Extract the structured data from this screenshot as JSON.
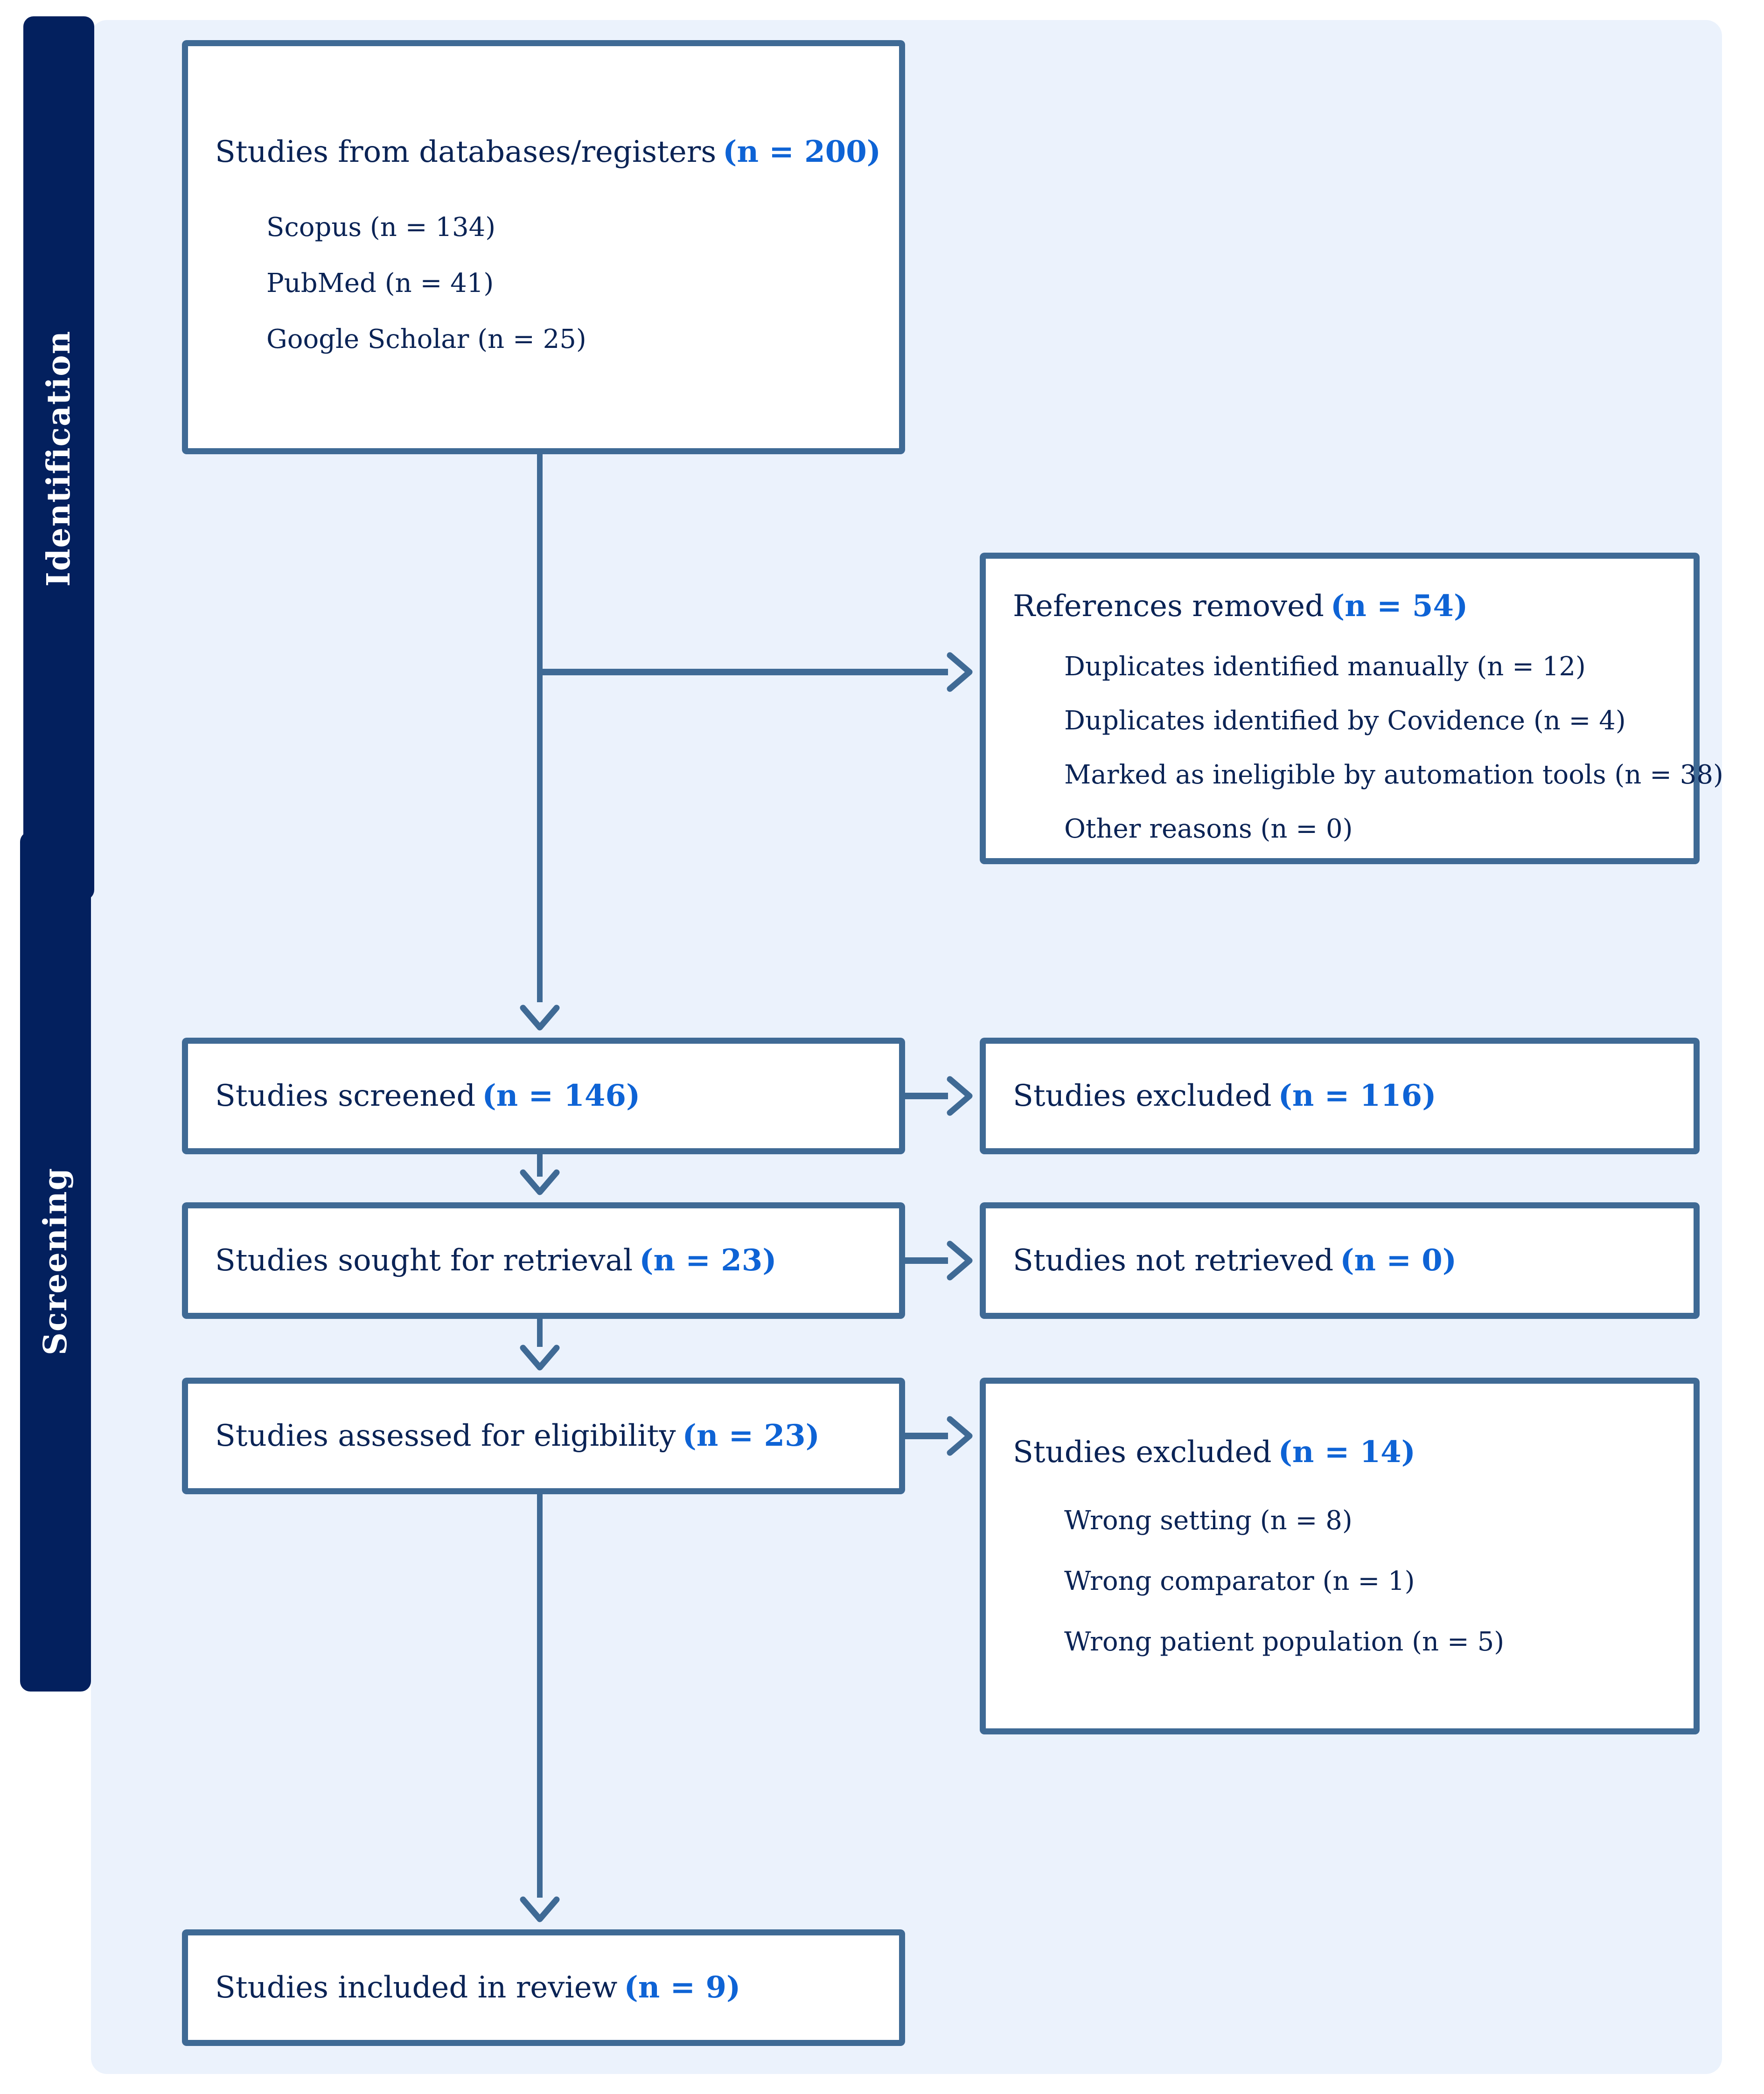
{
  "figure": {
    "type": "prisma-flow-diagram"
  },
  "palette": {
    "page_bg": "#FFFFFF",
    "canvas_bg": "#EBF2FC",
    "band_bg": "#03205E",
    "band_text": "#FFFFFF",
    "box_bg": "#FFFFFF",
    "box_border": "#3F6A95",
    "text": "#0A2355",
    "count": "#0E63D5",
    "arrow": "#3F6A95"
  },
  "sidebar": {
    "bands": [
      {
        "label": "Identification"
      },
      {
        "label": "Screening"
      }
    ]
  },
  "boxes": {
    "databases": {
      "title": "Studies from databases/registers",
      "count": "(n = 200)",
      "items": [
        "Scopus (n = 134)",
        "PubMed (n = 41)",
        "Google Scholar (n = 25)"
      ]
    },
    "ref_removed": {
      "title": "References removed",
      "count": "(n = 54)",
      "items": [
        "Duplicates identified manually (n = 12)",
        "Duplicates identified by Covidence (n = 4)",
        "Marked as ineligible by automation tools (n = 38)",
        "Other reasons (n = 0)"
      ]
    },
    "screened": {
      "title": "Studies screened",
      "count": "(n = 146)"
    },
    "excluded_screening": {
      "title": "Studies excluded",
      "count": "(n = 116)"
    },
    "sought": {
      "title": "Studies sought for retrieval",
      "count": "(n = 23)"
    },
    "not_retrieved": {
      "title": "Studies not retrieved",
      "count": "(n = 0)"
    },
    "assessed": {
      "title": "Studies assessed for eligibility",
      "count": "(n = 23)"
    },
    "excluded_eligibility": {
      "title": "Studies excluded",
      "count": "(n = 14)",
      "items": [
        "Wrong setting (n = 8)",
        "Wrong comparator (n = 1)",
        "Wrong patient population (n = 5)"
      ]
    },
    "included": {
      "title": "Studies included in review",
      "count": "(n = 9)"
    }
  }
}
